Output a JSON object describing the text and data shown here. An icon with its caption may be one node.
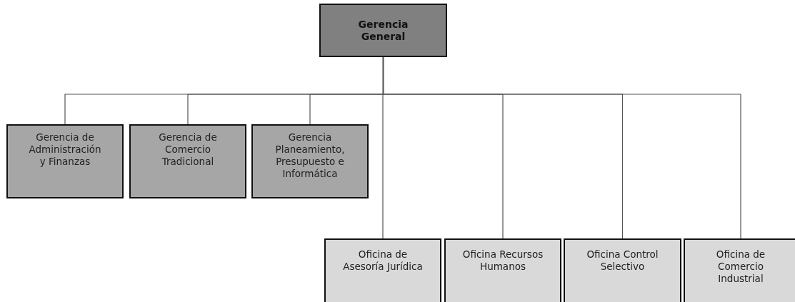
{
  "diagram": {
    "nodes": [
      {
        "text": [
          "Gerencia General"
        ]
      },
      {
        "text": [
          "Gerencia de Administración y Finanzas"
        ]
      },
      {
        "text": [
          "Gerencia de Comercio Tradicional"
        ]
      },
      {
        "text": [
          "Gerencia Planeamiento, Presupuesto e Informática"
        ]
      },
      {
        "text": [
          "Oficina de Asesoría Jurídica"
        ]
      },
      {
        "text": [
          "Oficina Recursos Humanos"
        ]
      },
      {
        "text": [
          "Oficina Control Selectivo"
        ]
      },
      {
        "text": [
          "Oficina de Comercio Industrial"
        ]
      }
    ],
    "edges": [
      {
        "from": 0,
        "to": 1,
        "arrow": "none"
      },
      {
        "from": 0,
        "to": 2,
        "arrow": "none"
      },
      {
        "from": 0,
        "to": 3,
        "arrow": "none"
      },
      {
        "from": 0,
        "to": 4,
        "arrow": "none"
      },
      {
        "from": 0,
        "to": 5,
        "arrow": "none"
      },
      {
        "from": 0,
        "to": 6,
        "arrow": "none"
      },
      {
        "from": 0,
        "to": 7,
        "arrow": "none"
      }
    ]
  }
}
